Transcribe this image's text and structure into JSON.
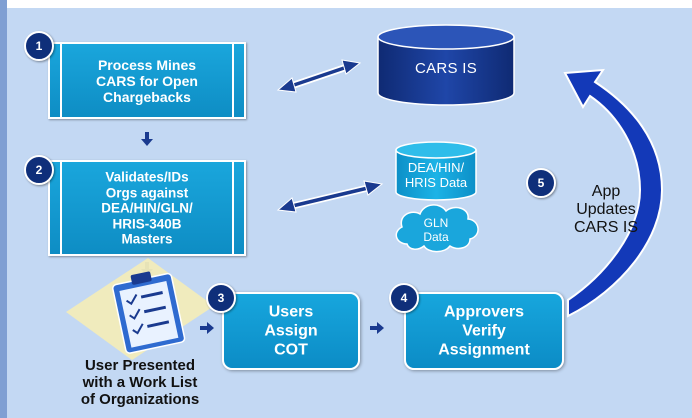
{
  "steps": {
    "s1": {
      "number": "1",
      "text": "Process Mines\nCARS for Open\nChargebacks"
    },
    "s2": {
      "number": "2",
      "text": "Validates/IDs\nOrgs against\nDEA/HIN/GLN/\nHRIS-340B\nMasters"
    },
    "s3": {
      "number": "3",
      "text": "Users\nAssign\nCOT"
    },
    "s4": {
      "number": "4",
      "text": "Approvers\nVerify\nAssignment"
    },
    "s5": {
      "number": "5",
      "text": "App\nUpdates\nCARS IS"
    }
  },
  "databases": {
    "cars": "CARS IS",
    "dea": "DEA/HIN/\nHRIS Data",
    "gln": "GLN\nData"
  },
  "worklist_label": "User Presented\nwith a Work List\nof Organizations",
  "colors": {
    "panel": "#c3d8f3",
    "process_blue": "#1aa6dc",
    "database_navy": "#1a3a8f",
    "badge_navy": "#0f2f7a"
  }
}
